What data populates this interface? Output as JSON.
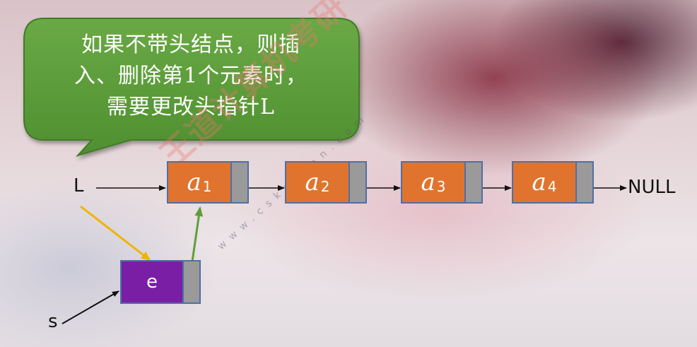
{
  "callout": {
    "lines": [
      "如果不带头结点，则插",
      "入、删除第1个元素时，",
      "需要更改头指针L"
    ]
  },
  "labels": {
    "head_pointer": "L",
    "new_pointer": "s",
    "null_text": "NULL"
  },
  "nodes": [
    {
      "name": "a",
      "sub": "1"
    },
    {
      "name": "a",
      "sub": "2"
    },
    {
      "name": "a",
      "sub": "3"
    },
    {
      "name": "a",
      "sub": "4"
    }
  ],
  "new_node": {
    "value": "e"
  },
  "watermark": {
    "text": "王道计算机考研",
    "url": "www.cskaoyan.com"
  },
  "colors": {
    "callout_fill": "#5f9f3a",
    "node_fill": "#e0742e",
    "new_node_fill": "#7a1fa5",
    "pointer_field": "#9a9a9a",
    "node_border": "#4f6fa3",
    "yellow_arrow": "#f0b400",
    "green_arrow": "#5f9f3a"
  }
}
